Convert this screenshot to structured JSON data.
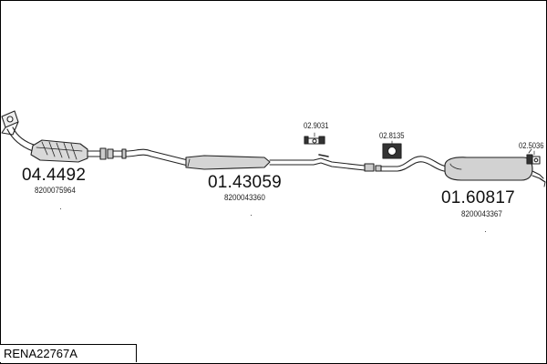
{
  "diagram": {
    "title": "RENA22767A",
    "parts": [
      {
        "number": "04.4492",
        "oem": "8200075964"
      },
      {
        "number": "01.43059",
        "oem": "8200043360"
      },
      {
        "number": "01.60817",
        "oem": "8200043367"
      }
    ],
    "accessories": [
      {
        "number": "02.9031"
      },
      {
        "number": "02.8135"
      },
      {
        "number": "02.5036"
      }
    ]
  }
}
